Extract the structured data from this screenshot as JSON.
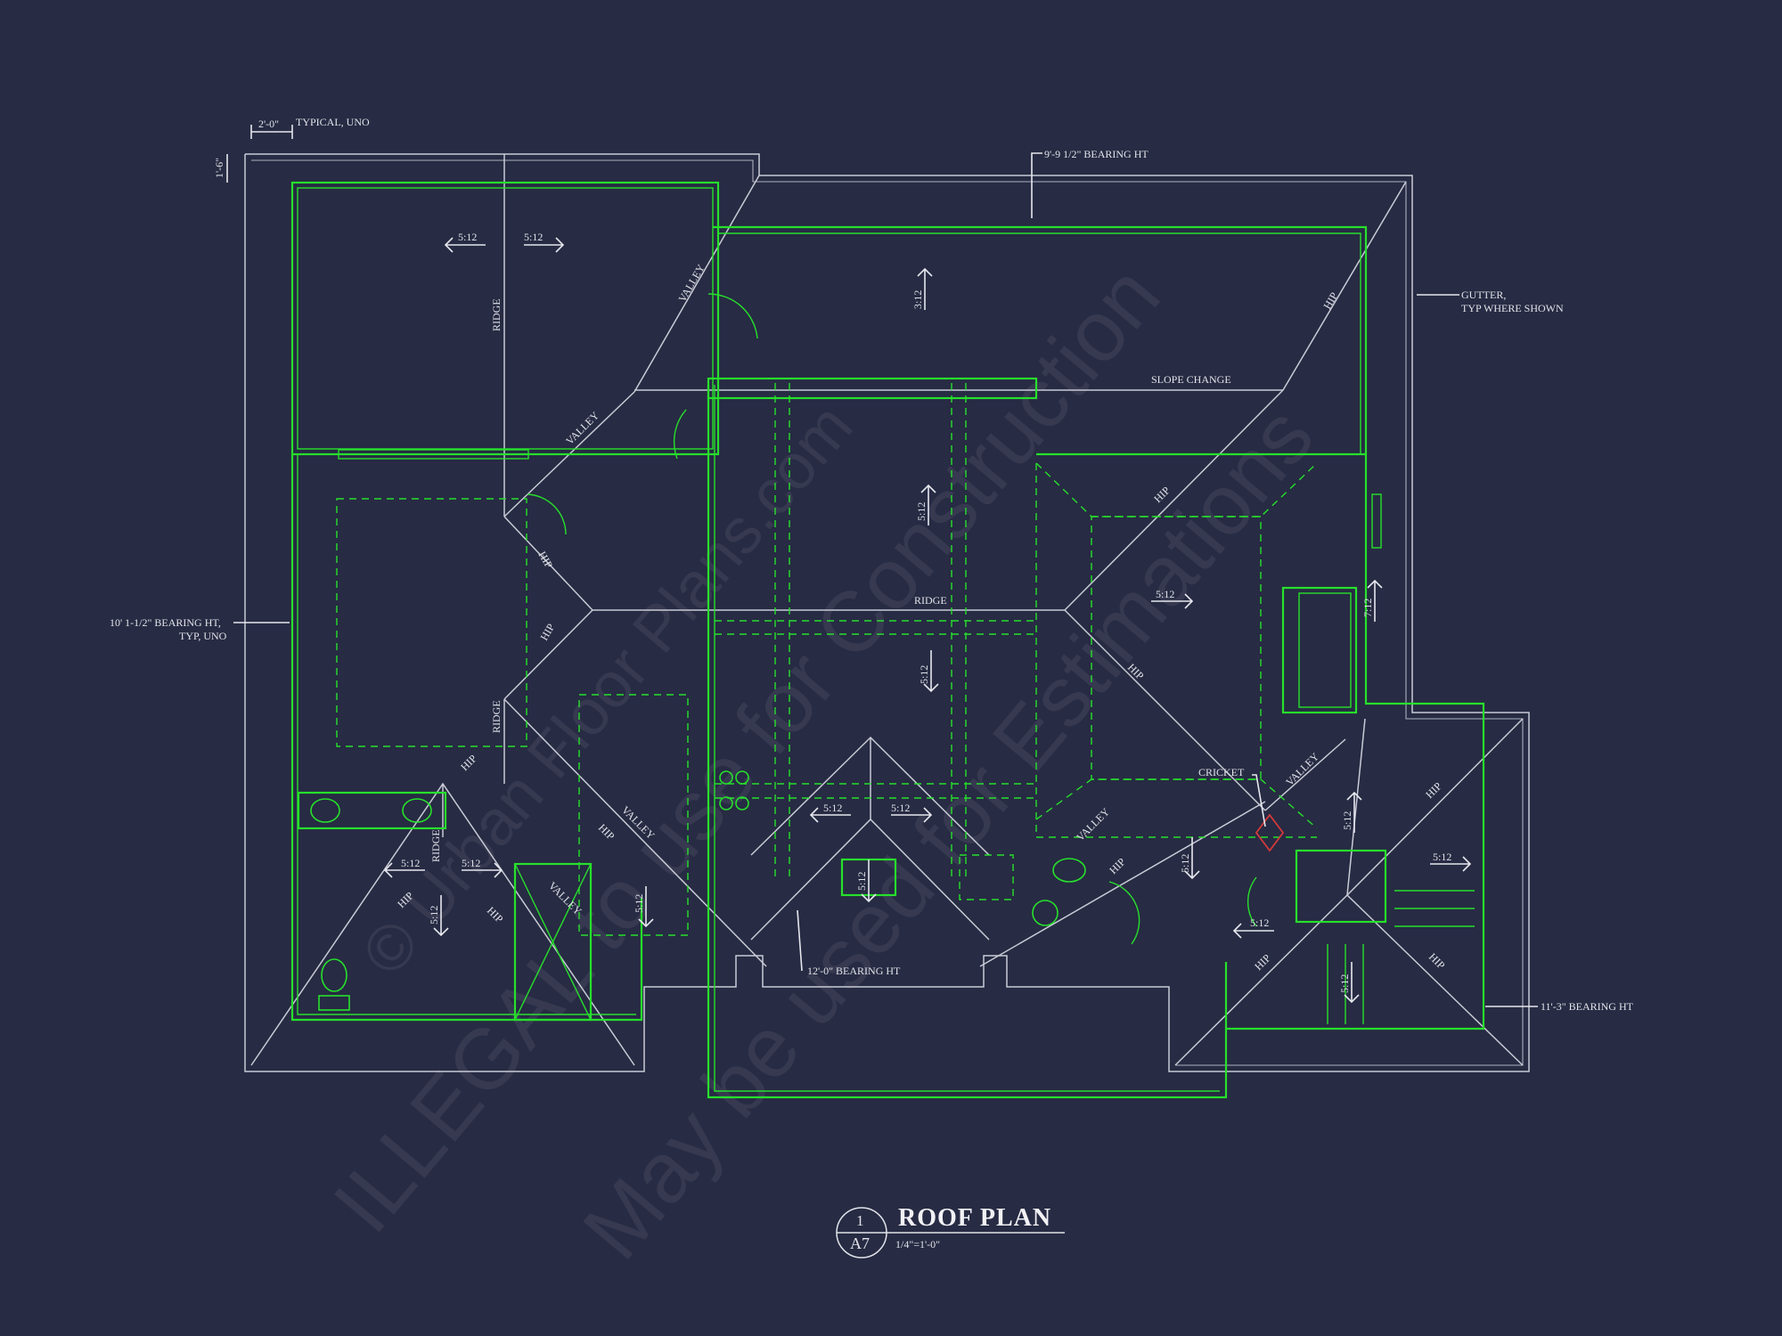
{
  "drawing": {
    "title": "ROOF PLAN",
    "detail_number": "1",
    "sheet": "A7",
    "scale": "1/4\"=1'-0\""
  },
  "watermark": {
    "line1": "ILLEGAL to use for Construction",
    "line2": "May be used for Estimations",
    "line3": "© Urban Floor Plans.com"
  },
  "notes": {
    "typical_dim": "2'-0\"",
    "typical_uno": "TYPICAL, UNO",
    "overhang_dim": "1'-6\"",
    "bearing_top": "9'-9 1/2\" BEARING HT",
    "gutter_line1": "GUTTER,",
    "gutter_line2": "TYP WHERE SHOWN",
    "slope_change": "SLOPE CHANGE",
    "bearing_left_line1": "10' 1-1/2\" BEARING HT,",
    "bearing_left_line2": "TYP, UNO",
    "bearing_bottom": "12'-0\" BEARING HT",
    "bearing_right": "11'-3\" BEARING HT",
    "cricket": "CRICKET"
  },
  "labels": {
    "ridge": "RIDGE",
    "valley": "VALLEY",
    "hip": "HIP"
  },
  "slopes": {
    "s5_12": "5:12",
    "s3_12": "3:12",
    "s7_12": "7:12"
  },
  "colors": {
    "background": "#272b43",
    "walls": "#27e02c",
    "roof_lines": "#c9cbd6",
    "cricket_marker": "#d23a3a"
  }
}
